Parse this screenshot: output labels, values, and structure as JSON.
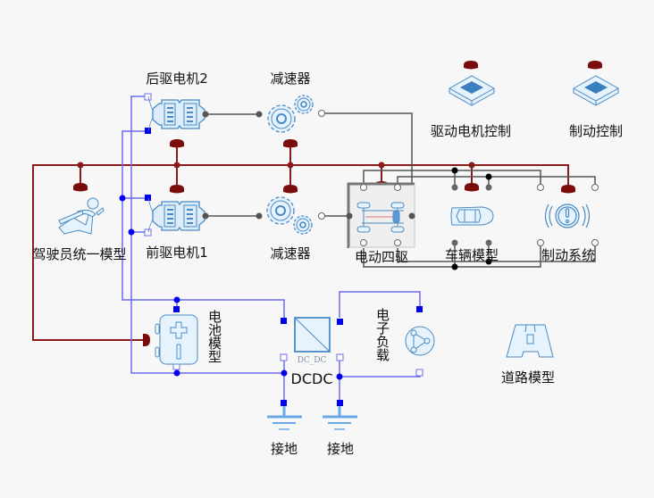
{
  "diagram": {
    "components": {
      "rear_motor": {
        "label": "后驱电机2",
        "icon": "motor-icon"
      },
      "front_motor": {
        "label": "前驱电机1",
        "icon": "motor-icon"
      },
      "upper_reducer": {
        "label": "减速器",
        "icon": "gears-icon"
      },
      "lower_reducer": {
        "label": "减速器",
        "icon": "gears-icon"
      },
      "driver": {
        "label": "驾驶员统一模型",
        "icon": "driver-icon"
      },
      "e4wd": {
        "label": "电动四驱",
        "icon": "chassis-icon",
        "selected": true
      },
      "vehicle": {
        "label": "车辆模型",
        "icon": "car-icon"
      },
      "brake_system": {
        "label": "制动系统",
        "icon": "brake-warning-icon"
      },
      "drive_motor_control": {
        "label": "驱动电机控制",
        "icon": "controller-chip-icon"
      },
      "brake_control": {
        "label": "制动控制",
        "icon": "controller-chip-icon"
      },
      "battery": {
        "label": "电池模型",
        "icon": "battery-icon"
      },
      "dcdc": {
        "label": "DCDC",
        "inner_label": "DC_DC",
        "icon": "dcdc-converter-icon"
      },
      "electronic_load": {
        "label": "电子负载",
        "icon": "load-icon"
      },
      "road": {
        "label": "道路模型",
        "icon": "road-icon"
      },
      "ground1": {
        "label": "接地",
        "icon": "ground-icon"
      },
      "ground2": {
        "label": "接地",
        "icon": "ground-icon"
      }
    },
    "colors": {
      "background": "#f7f7f7",
      "signal_bus": "#8b1a1a",
      "electrical_wire": "#6c6cf0",
      "electrical_port": "#0000ee",
      "mechanical_wire": "#555555",
      "icon_stroke": "#4a8ac4",
      "icon_fill": "#e6f2fc"
    }
  }
}
